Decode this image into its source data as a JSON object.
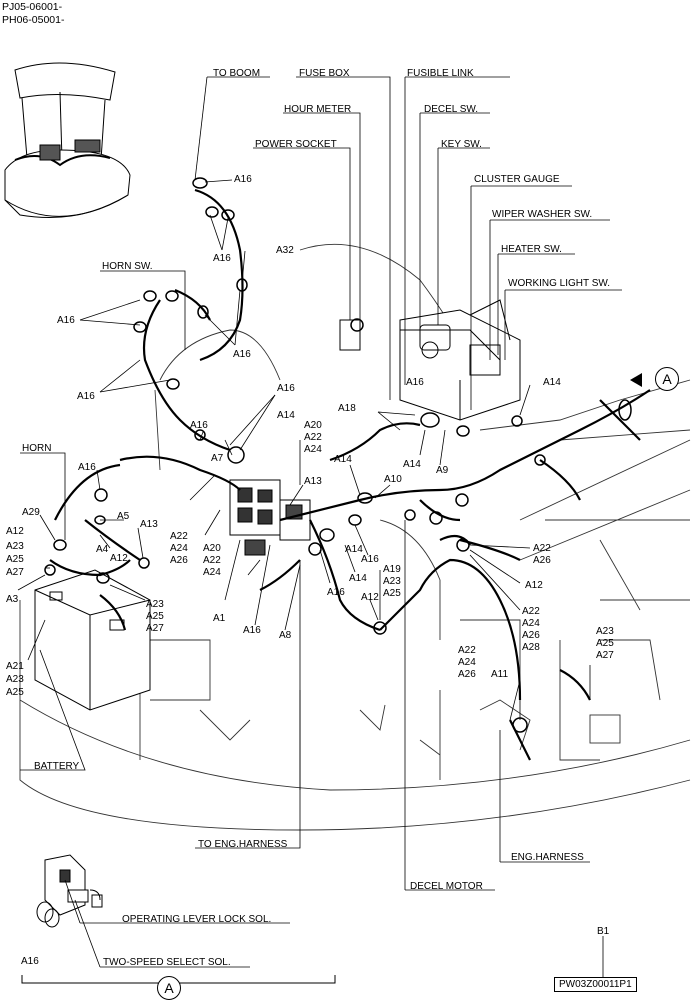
{
  "header": {
    "serial_line_1": "PJ05-06001-",
    "serial_line_2": "PH06-05001-"
  },
  "component_labels": {
    "to_boom": "TO BOOM",
    "fuse_box": "FUSE BOX",
    "fusible_link": "FUSIBLE LINK",
    "hour_meter": "HOUR METER",
    "decel_sw": "DECEL SW.",
    "power_socket": "POWER SOCKET",
    "key_sw": "KEY SW.",
    "cluster_gauge": "CLUSTER GAUGE",
    "wiper_washer_sw": "WIPER WASHER SW.",
    "heater_sw": "HEATER SW.",
    "horn_sw": "HORN SW.",
    "working_light_sw": "WORKING LIGHT SW.",
    "horn": "HORN",
    "battery": "BATTERY",
    "to_eng_harness": "TO ENG.HARNESS",
    "eng_harness": "ENG.HARNESS",
    "decel_motor": "DECEL MOTOR",
    "operating_lever_lock_sol": "OPERATING LEVER LOCK SOL.",
    "two_speed_select_sol": "TWO-SPEED SELECT SOL."
  },
  "part_refs": {
    "a16": "A16",
    "a32": "A32",
    "a14": "A14",
    "a18": "A18",
    "a20": "A20",
    "a22": "A22",
    "a24": "A24",
    "a7": "A7",
    "a13": "A13",
    "a9": "A9",
    "a10": "A10",
    "a29": "A29",
    "a12": "A12",
    "a23": "A23",
    "a25": "A25",
    "a27": "A27",
    "a5": "A5",
    "a4": "A4",
    "a3": "A3",
    "a26": "A26",
    "a1": "A1",
    "a8": "A8",
    "a19": "A19",
    "a28": "A28",
    "a11": "A11",
    "a21": "A21"
  },
  "view_callout": "A",
  "figure_code": "PW03Z00011P1",
  "page_ref": "B1"
}
